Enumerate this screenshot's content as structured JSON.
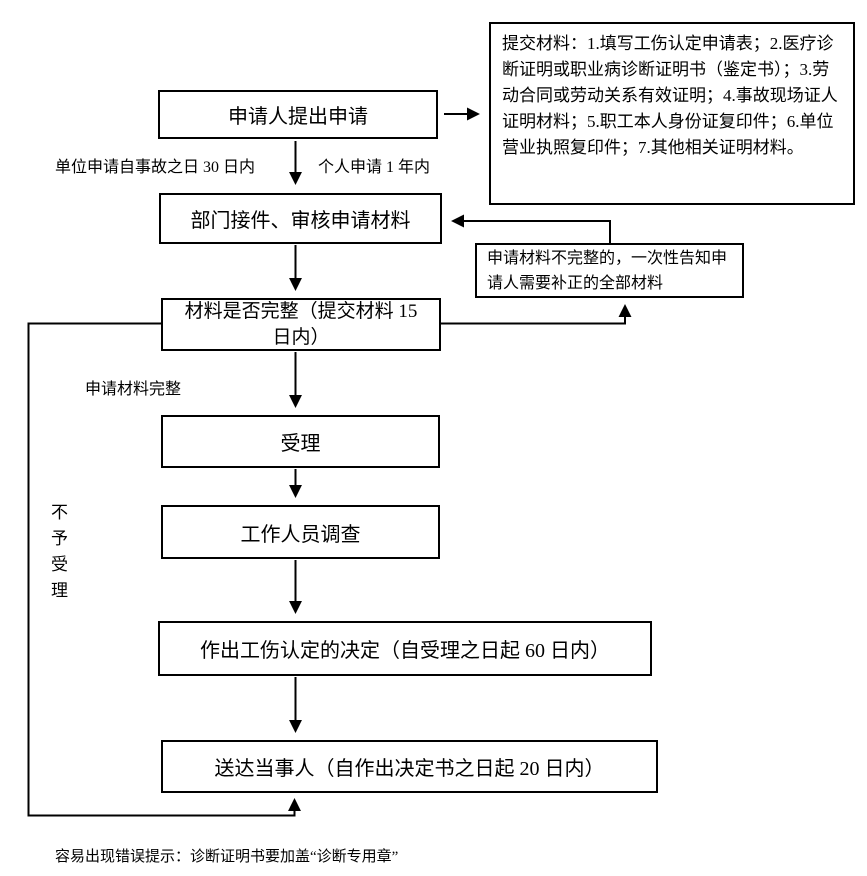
{
  "diagram": {
    "boxes": {
      "materials": "提交材料：1.填写工伤认定申请表；2.医疗诊断证明或职业病诊断证明书（鉴定书）；3.劳动合同或劳动关系有效证明；4.事故现场证人证明材料；5.职工本人身份证复印件；6.单位营业执照复印件；7.其他相关证明材料。",
      "apply": "申请人提出申请",
      "receive": "部门接件、审核申请材料",
      "incomplete_notice": "申请材料不完整的，一次性告知申请人需要补正的全部材料",
      "check_complete": "材料是否完整（提交材料 15 日内）",
      "accept": "受理",
      "investigate": "工作人员调查",
      "decision": "作出工伤认定的决定（自受理之日起 60 日内）",
      "deliver": "送达当事人（自作出决定书之日起 20 日内）"
    },
    "labels": {
      "unit_deadline": "单位申请自事故之日 30 日内",
      "personal_deadline": "个人申请 1 年内",
      "materials_complete": "申请材料完整",
      "not_accepted": "不\n予\n受\n理"
    },
    "footnote": "容易出现错误提示：诊断证明书要加盖“诊断专用章”",
    "colors": {
      "line": "#000000",
      "box_border": "#000000",
      "box_bg": "#ffffff"
    }
  }
}
